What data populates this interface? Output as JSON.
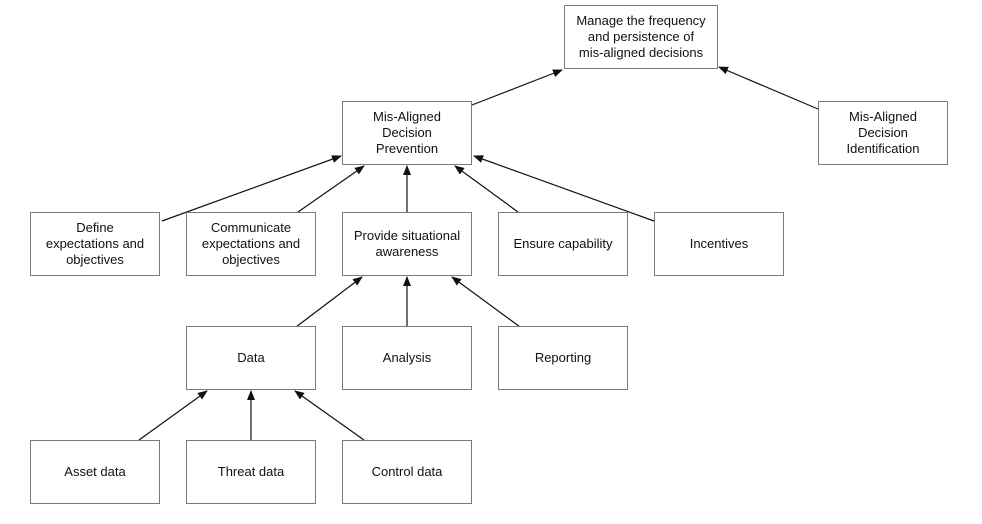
{
  "nodes": {
    "goal": "Manage the frequency\nand persistence of\nmis-aligned decisions",
    "prevention": "Mis-Aligned\nDecision\nPrevention",
    "identification": "Mis-Aligned\nDecision\nIdentification",
    "define": "Define\nexpectations and\nobjectives",
    "communicate": "Communicate\nexpectations and\nobjectives",
    "awareness": "Provide situational\nawareness",
    "capability": "Ensure capability",
    "incentives": "Incentives",
    "data": "Data",
    "analysis": "Analysis",
    "reporting": "Reporting",
    "asset": "Asset data",
    "threat": "Threat data",
    "control": "Control data"
  },
  "edges": [
    {
      "from": "prevention",
      "to": "goal"
    },
    {
      "from": "identification",
      "to": "goal"
    },
    {
      "from": "define",
      "to": "prevention"
    },
    {
      "from": "communicate",
      "to": "prevention"
    },
    {
      "from": "awareness",
      "to": "prevention"
    },
    {
      "from": "capability",
      "to": "prevention"
    },
    {
      "from": "incentives",
      "to": "prevention"
    },
    {
      "from": "data",
      "to": "awareness"
    },
    {
      "from": "analysis",
      "to": "awareness"
    },
    {
      "from": "reporting",
      "to": "awareness"
    },
    {
      "from": "asset",
      "to": "data"
    },
    {
      "from": "threat",
      "to": "data"
    },
    {
      "from": "control",
      "to": "data"
    }
  ],
  "colors": {
    "line": "#111111",
    "border": "#7a7a7a"
  }
}
